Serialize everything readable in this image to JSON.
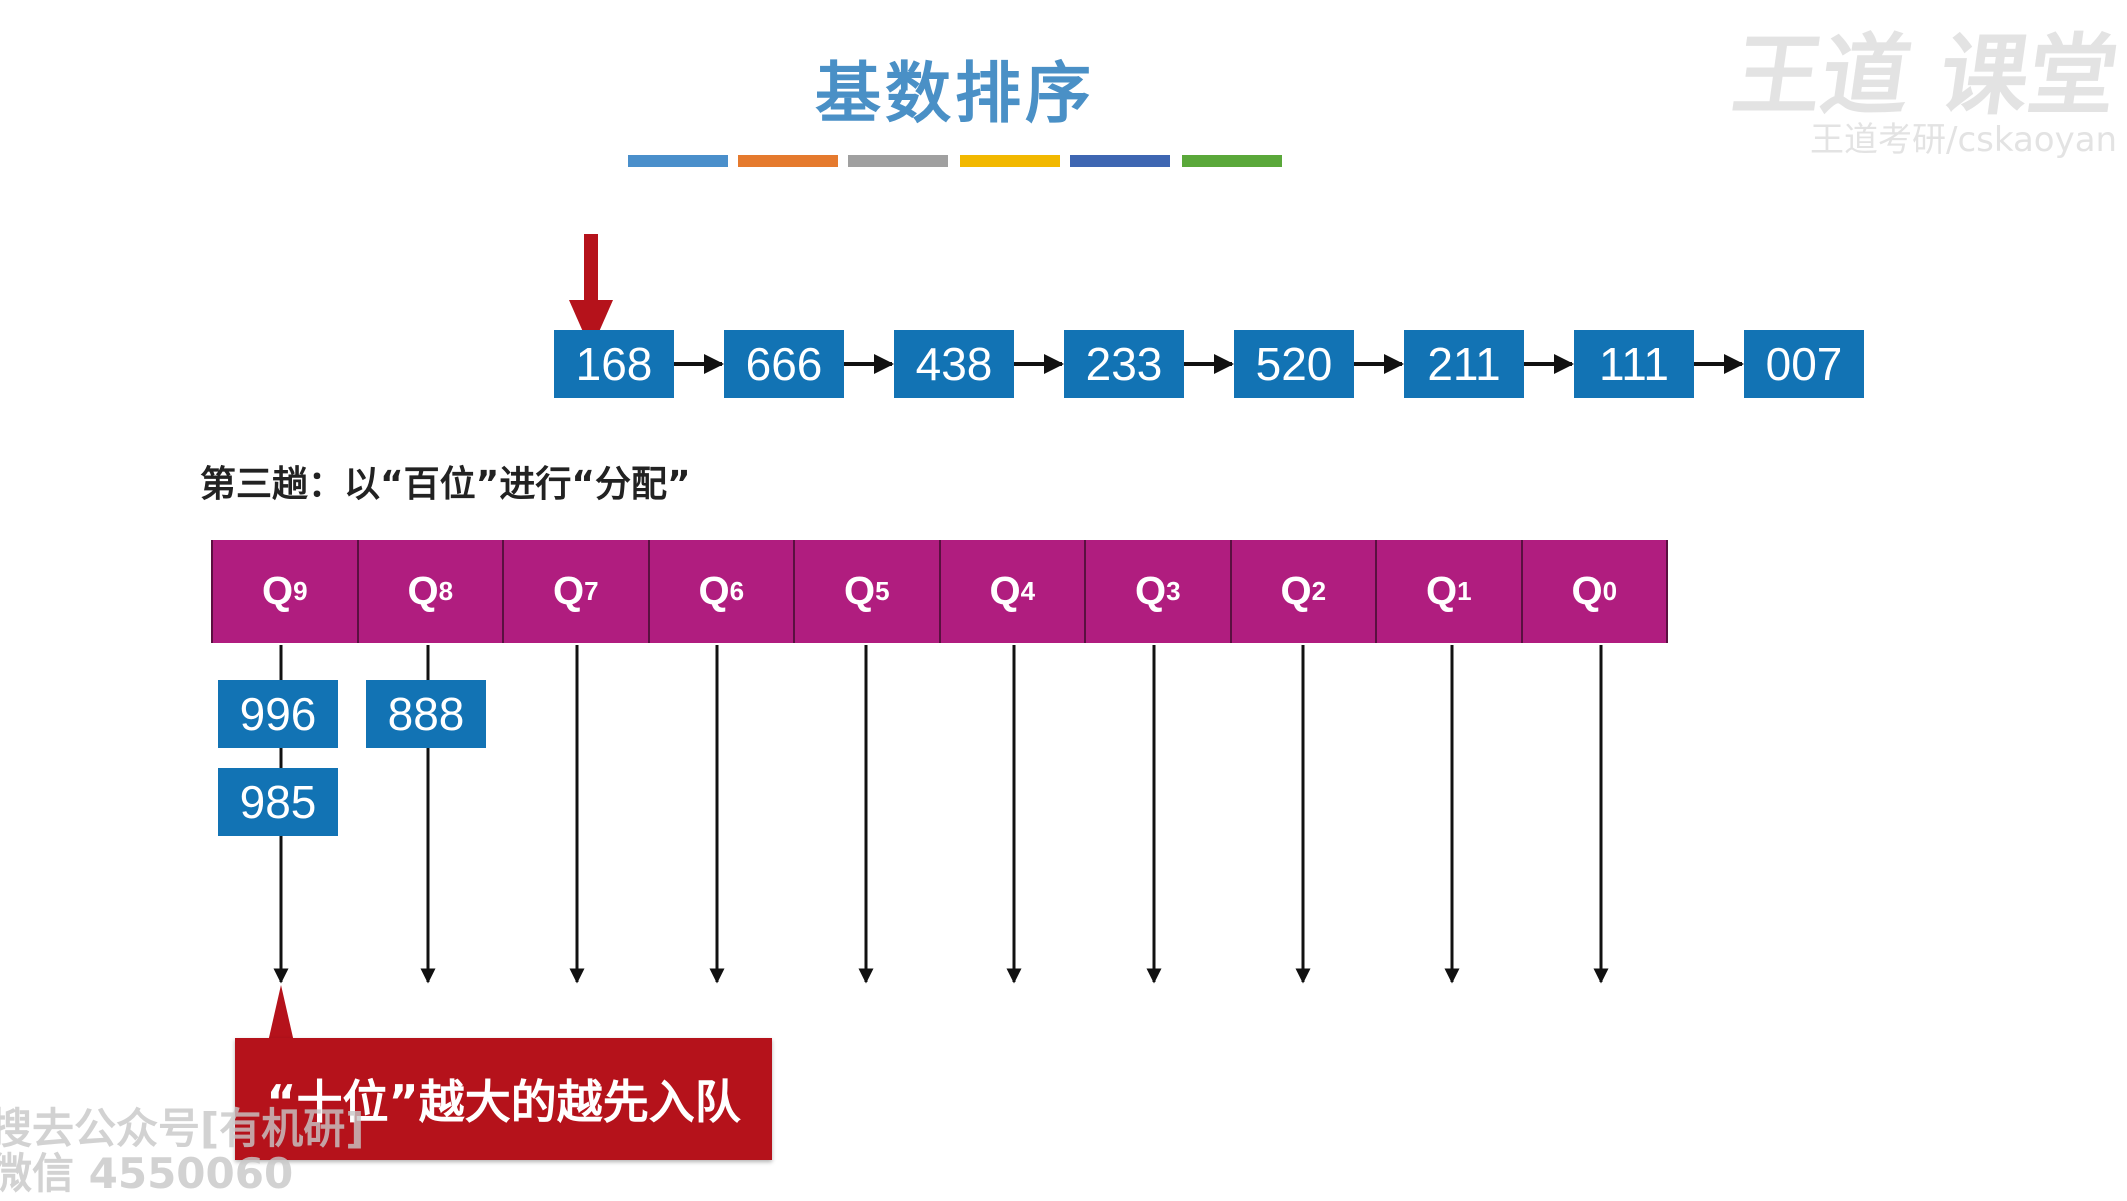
{
  "title": "基数排序",
  "color_bars": [
    "#4a8fcb",
    "#e57a2e",
    "#a0a0a0",
    "#f2b800",
    "#3e66b2",
    "#5aa83a"
  ],
  "list_nodes": [
    "168",
    "666",
    "438",
    "233",
    "520",
    "211",
    "111",
    "007"
  ],
  "pass_label": "第三趟：以“百位”进行“分配”",
  "buckets": [
    {
      "label": "Q",
      "sub": "9"
    },
    {
      "label": "Q",
      "sub": "8"
    },
    {
      "label": "Q",
      "sub": "7"
    },
    {
      "label": "Q",
      "sub": "6"
    },
    {
      "label": "Q",
      "sub": "5"
    },
    {
      "label": "Q",
      "sub": "4"
    },
    {
      "label": "Q",
      "sub": "3"
    },
    {
      "label": "Q",
      "sub": "2"
    },
    {
      "label": "Q",
      "sub": "1"
    },
    {
      "label": "Q",
      "sub": "0"
    }
  ],
  "queue_items": {
    "q9": [
      "996",
      "985"
    ],
    "q8": [
      "888"
    ]
  },
  "callout": "“十位”越大的越先入队",
  "watermarks": {
    "logo": "王道 课堂",
    "logo_sub": "王道考研/cskaoyan",
    "bottom_line1": "搜去公众号[有机研]",
    "bottom_line2": "微信 4550060"
  }
}
